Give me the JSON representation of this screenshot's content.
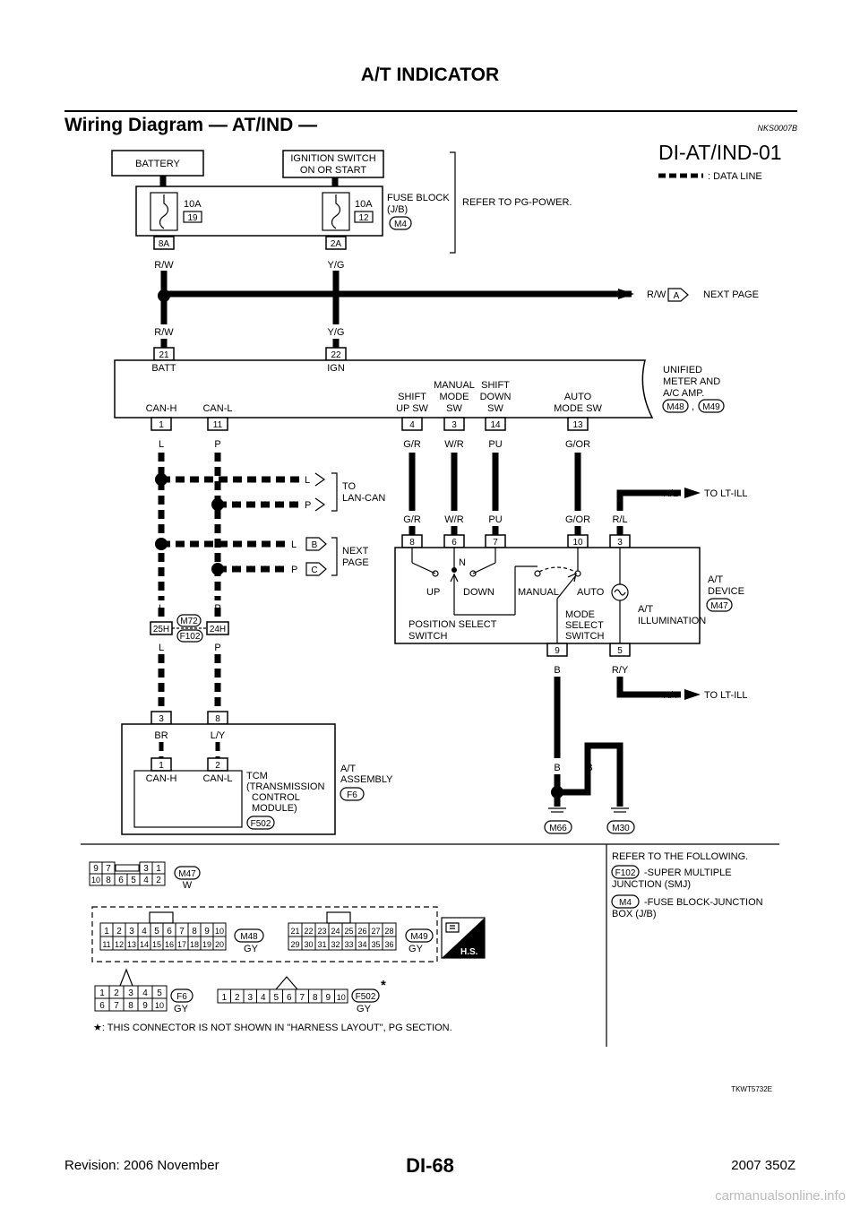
{
  "header": {
    "page_title": "A/T INDICATOR",
    "section_title": "Wiring Diagram — AT/IND —",
    "section_code": "NKS0007B"
  },
  "diagram": {
    "id": "DI-AT/IND-01",
    "data_line_legend": ": DATA LINE",
    "battery": "BATTERY",
    "ignition_line1": "IGNITION SWITCH",
    "ignition_line2": "ON OR START",
    "fuse1_amp": "10A",
    "fuse1_num": "19",
    "fuse2_amp": "10A",
    "fuse2_num": "12",
    "fuse_block_line1": "FUSE BLOCK",
    "fuse_block_line2": "(J/B)",
    "fuse_block_conn": "M4",
    "refer_pg": "REFER TO PG-POWER.",
    "pin_8a": "8A",
    "pin_2a": "2A",
    "wire_rw": "R/W",
    "wire_yg": "Y/G",
    "next_page_text": "NEXT PAGE",
    "next_page_a": "A",
    "pin_21": "21",
    "pin_22": "22",
    "batt": "BATT",
    "ign": "IGN",
    "meter_line1": "UNIFIED",
    "meter_line2": "METER AND",
    "meter_line3": "A/C AMP.",
    "meter_conn1": "M48",
    "meter_conn2": "M49",
    "can_h": "CAN-H",
    "can_l": "CAN-L",
    "shift_up_1": "SHIFT",
    "shift_up_2": "UP SW",
    "manual_1": "MANUAL",
    "manual_2": "MODE",
    "manual_3": "SW",
    "shift_down_1": "SHIFT",
    "shift_down_2": "DOWN",
    "shift_down_3": "SW",
    "auto_1": "AUTO",
    "auto_2": "MODE SW",
    "pin_1": "1",
    "pin_11": "11",
    "pin_4": "4",
    "pin_3": "3",
    "pin_14": "14",
    "pin_13": "13",
    "wire_l": "L",
    "wire_p": "P",
    "wire_gr": "G/R",
    "wire_wr": "W/R",
    "wire_pu": "PU",
    "wire_gor": "G/OR",
    "wire_rl": "R/L",
    "to_lan_1": "TO",
    "to_lan_2": "LAN-CAN",
    "next_b": "B",
    "next_c": "C",
    "next_page_1": "NEXT",
    "next_page_2": "PAGE",
    "to_lt_ill": "TO LT-ILL",
    "dev_pin_8": "8",
    "dev_pin_6": "6",
    "dev_pin_7": "7",
    "dev_pin_10": "10",
    "dev_pin_3": "3",
    "sw_n": "N",
    "sw_up": "UP",
    "sw_down": "DOWN",
    "sw_manual": "MANUAL",
    "sw_auto": "AUTO",
    "pos_sel_1": "POSITION SELECT",
    "pos_sel_2": "SWITCH",
    "mode_sel_1": "MODE",
    "mode_sel_2": "SELECT",
    "mode_sel_3": "SWITCH",
    "illum_1": "A/T",
    "illum_2": "ILLUMINATION",
    "device_1": "A/T",
    "device_2": "DEVICE",
    "device_conn": "M47",
    "dev_pin_9": "9",
    "dev_pin_5": "5",
    "wire_b": "B",
    "wire_ry": "R/Y",
    "smj_conn1": "M72",
    "smj_conn2": "F102",
    "pin_25h": "25H",
    "pin_24h": "24H",
    "asm_pin_3": "3",
    "asm_pin_8": "8",
    "wire_br": "BR",
    "wire_ly": "L/Y",
    "tcm_pin_1": "1",
    "tcm_pin_2": "2",
    "tcm_1": "TCM",
    "tcm_2": "(TRANSMISSION",
    "tcm_3": "CONTROL",
    "tcm_4": "MODULE)",
    "tcm_conn": "F502",
    "asm_1": "A/T",
    "asm_2": "ASSEMBLY",
    "asm_conn": "F6",
    "ground1": "M66",
    "ground2": "M30"
  },
  "connectors": {
    "m47_top_left": [
      "9",
      "7"
    ],
    "m47_top_right": [
      "3",
      "1"
    ],
    "m47_bottom": [
      "10",
      "8",
      "6",
      "5",
      "4",
      "2"
    ],
    "m47_label": "M47",
    "m47_color": "W",
    "m48_top": [
      "1",
      "2",
      "3",
      "4",
      "5",
      "6",
      "7",
      "8",
      "9",
      "10"
    ],
    "m48_bottom": [
      "11",
      "12",
      "13",
      "14",
      "15",
      "16",
      "17",
      "18",
      "19",
      "20"
    ],
    "m48_label": "M48",
    "m48_color": "GY",
    "m49_top": [
      "21",
      "22",
      "23",
      "24",
      "25",
      "26",
      "27",
      "28"
    ],
    "m49_bottom": [
      "29",
      "30",
      "31",
      "32",
      "33",
      "34",
      "35",
      "36"
    ],
    "m49_label": "M49",
    "m49_color": "GY",
    "hs_label": "H.S.",
    "f6_top": [
      "1",
      "2",
      "3",
      "4",
      "5"
    ],
    "f6_bottom": [
      "6",
      "7",
      "8",
      "9",
      "10"
    ],
    "f6_label": "F6",
    "f6_color": "GY",
    "f502_pins": [
      "1",
      "2",
      "3",
      "4",
      "5",
      "6",
      "7",
      "8",
      "9",
      "10"
    ],
    "f502_label": "F502",
    "f502_color": "GY",
    "f502_star": "*",
    "footnote": "★: THIS CONNECTOR IS NOT SHOWN IN \"HARNESS LAYOUT\", PG SECTION."
  },
  "refer": {
    "heading": "REFER TO THE FOLLOWING.",
    "f102": "F102",
    "f102_text1": "-SUPER MULTIPLE",
    "f102_text2": "JUNCTION (SMJ)",
    "m4": "M4",
    "m4_text1": "-FUSE BLOCK-JUNCTION",
    "m4_text2": "BOX (J/B)"
  },
  "figure_code": "TKWT5732E",
  "footer": {
    "page": "DI-68",
    "revision": "Revision: 2006 November",
    "model": "2007 350Z",
    "watermark": "carmanualsonline.info"
  }
}
